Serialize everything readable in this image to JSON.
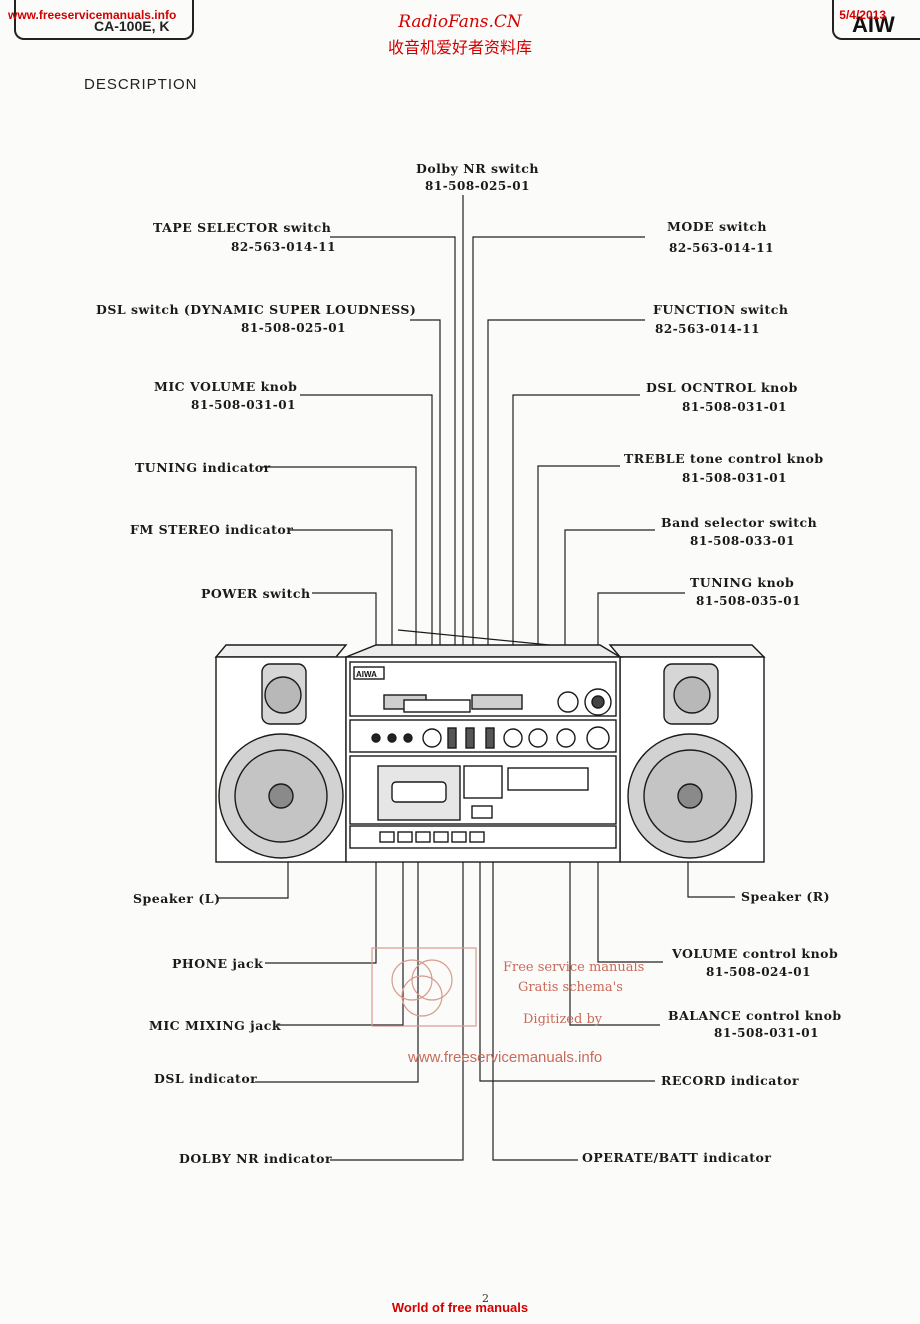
{
  "header": {
    "link": "www.freeservicemanuals.info",
    "date": "5/4/2013",
    "model": "CA-100E, K",
    "brand": "AIW",
    "site_title": "RadioFans.CN",
    "site_subtitle": "收音机爱好者资料库"
  },
  "section_title": "DESCRIPTION",
  "labels": {
    "dolby_nr_switch": {
      "name": "Dolby NR switch",
      "part": "81-508-025-01"
    },
    "tape_selector_switch": {
      "name": "TAPE SELECTOR switch",
      "part": "82-563-014-11"
    },
    "mode_switch": {
      "name": "MODE switch",
      "part": "82-563-014-11"
    },
    "dsl_switch": {
      "name": "DSL switch (DYNAMIC SUPER LOUDNESS)",
      "part": "81-508-025-01"
    },
    "function_switch": {
      "name": "FUNCTION switch",
      "part": "82-563-014-11"
    },
    "mic_volume_knob": {
      "name": "MIC VOLUME knob",
      "part": "81-508-031-01"
    },
    "dsl_control_knob": {
      "name": "DSL OCNTROL knob",
      "part": "81-508-031-01"
    },
    "tuning_indicator": {
      "name": "TUNING indicator"
    },
    "treble_knob": {
      "name": "TREBLE tone control knob",
      "part": "81-508-031-01"
    },
    "fm_stereo_indicator": {
      "name": "FM STEREO indicator"
    },
    "band_selector_switch": {
      "name": "Band selector switch",
      "part": "81-508-033-01"
    },
    "power_switch": {
      "name": "POWER switch"
    },
    "tuning_knob": {
      "name": "TUNING knob",
      "part": "81-508-035-01"
    },
    "speaker_l": {
      "name": "Speaker (L)"
    },
    "speaker_r": {
      "name": "Speaker (R)"
    },
    "phone_jack": {
      "name": "PHONE jack"
    },
    "volume_knob": {
      "name": "VOLUME control knob",
      "part": "81-508-024-01"
    },
    "mic_mixing_jack": {
      "name": "MIC MIXING jack"
    },
    "balance_knob": {
      "name": "BALANCE control knob",
      "part": "81-508-031-01"
    },
    "dsl_indicator": {
      "name": "DSL indicator"
    },
    "record_indicator": {
      "name": "RECORD indicator"
    },
    "dolby_nr_indicator": {
      "name": "DOLBY NR indicator"
    },
    "operate_batt_indicator": {
      "name": "OPERATE/BATT indicator"
    }
  },
  "device_brand": "AIWA",
  "watermark": {
    "line1": "Free service manuals",
    "line2": "Gratis schema's",
    "line3": "Digitized by",
    "url": "www.freeservicemanuals.info"
  },
  "footer": {
    "page_number": "2",
    "text": "World of free manuals"
  }
}
